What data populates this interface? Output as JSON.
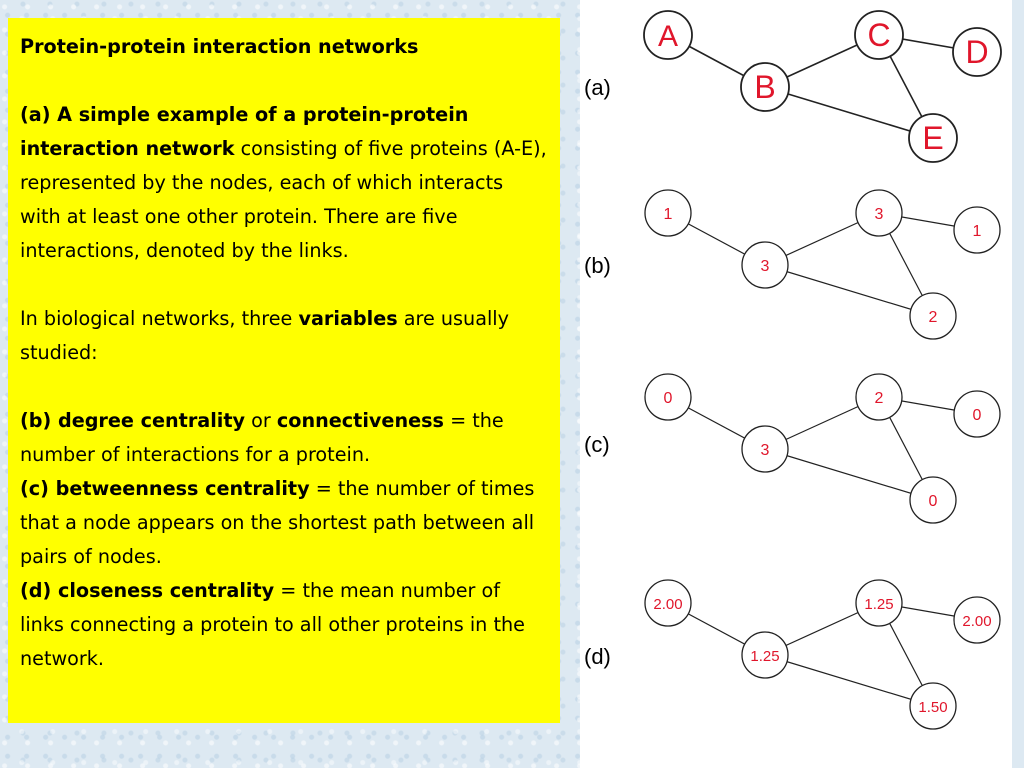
{
  "title": "Protein-protein interaction networks",
  "para_a": {
    "bold": "(a) A simple example of a protein-protein interaction network",
    "rest": " consisting of five proteins (A-E), represented by the nodes, each of which interacts with at least one other protein. There are five interactions, denoted by the links."
  },
  "para_vars": {
    "pre": " In biological networks, three ",
    "bold": "variables",
    "post": " are usually studied:"
  },
  "para_b": {
    "b1": "(b) degree centrality",
    "mid": " or ",
    "b2": "connectiveness",
    "rest": " = the number of interactions for a protein."
  },
  "para_c": {
    "bold": "(c) betweenness centrality",
    "rest": " =  the number of times that a node appears on the shortest path between all pairs of nodes."
  },
  "para_d": {
    "bold": "(d) closeness centrality",
    "rest": " = the mean number of links connecting a protein to all other proteins in the network."
  },
  "colors": {
    "node_text": "#e0162b",
    "highlight_box": "#ffff00",
    "edge": "#222222"
  },
  "panels": [
    {
      "label": "(a)",
      "nodes": {
        "A": "A",
        "B": "B",
        "C": "C",
        "D": "D",
        "E": "E"
      }
    },
    {
      "label": "(b)",
      "nodes": {
        "A": "1",
        "B": "3",
        "C": "3",
        "D": "1",
        "E": "2"
      }
    },
    {
      "label": "(c)",
      "nodes": {
        "A": "0",
        "B": "3",
        "C": "2",
        "D": "0",
        "E": "0"
      }
    },
    {
      "label": "(d)",
      "nodes": {
        "A": "2.00",
        "B": "1.25",
        "C": "1.25",
        "D": "2.00",
        "E": "1.50"
      }
    }
  ],
  "edges": [
    [
      "A",
      "B"
    ],
    [
      "B",
      "C"
    ],
    [
      "B",
      "E"
    ],
    [
      "C",
      "D"
    ],
    [
      "C",
      "E"
    ]
  ]
}
